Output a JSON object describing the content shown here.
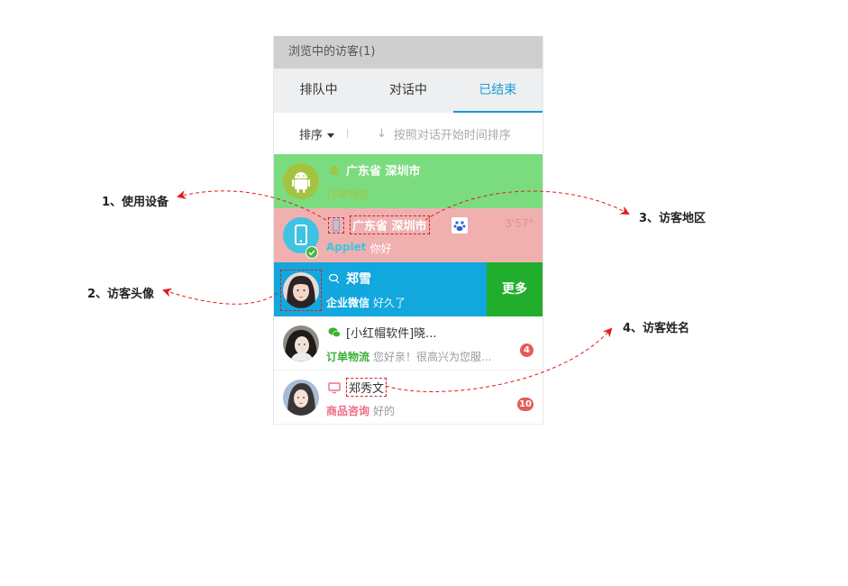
{
  "panel": {
    "header": "浏览中的访客(1)",
    "tabs": [
      {
        "label": "排队中",
        "active": false
      },
      {
        "label": "对话中",
        "active": false
      },
      {
        "label": "已结束",
        "active": true
      }
    ],
    "sort": {
      "label": "排序",
      "hint": "按照对话开始时间排序"
    },
    "visitors": [
      {
        "device": "android-icon",
        "title": "广东省 深圳市",
        "source": "订单物流",
        "message": "",
        "bg": "#7bdc7f"
      },
      {
        "device": "mobile-icon",
        "title": "广东省 深圳市",
        "source": "Applet",
        "message": "你好",
        "duration": "3'57\"",
        "bg": "#f0b0b0"
      },
      {
        "device": "chat-icon",
        "title": "郑雪",
        "source": "企业微信",
        "message": "好久了",
        "action": "更多",
        "bg": "#12a7dd"
      },
      {
        "device": "wechat-icon",
        "title": "[小红帽软件]晓...",
        "source": "订单物流",
        "message": "您好亲！很高兴为您服...",
        "badge": "4"
      },
      {
        "device": "desktop-icon",
        "title": "郑秀文",
        "source": "商品咨询",
        "message": "好的",
        "badge": "10"
      }
    ]
  },
  "annotations": {
    "a1": "1、使用设备",
    "a2": "2、访客头像",
    "a3": "3、访客地区",
    "a4": "4、访客姓名"
  },
  "colors": {
    "accent": "#1a9bd7",
    "green_row": "#7bdc7f",
    "pink_row": "#f0b0b0",
    "blue_row": "#12a7dd",
    "more_button": "#21ae2c",
    "badge": "#e55c5c",
    "annotation_arrow": "#e31a1a"
  }
}
